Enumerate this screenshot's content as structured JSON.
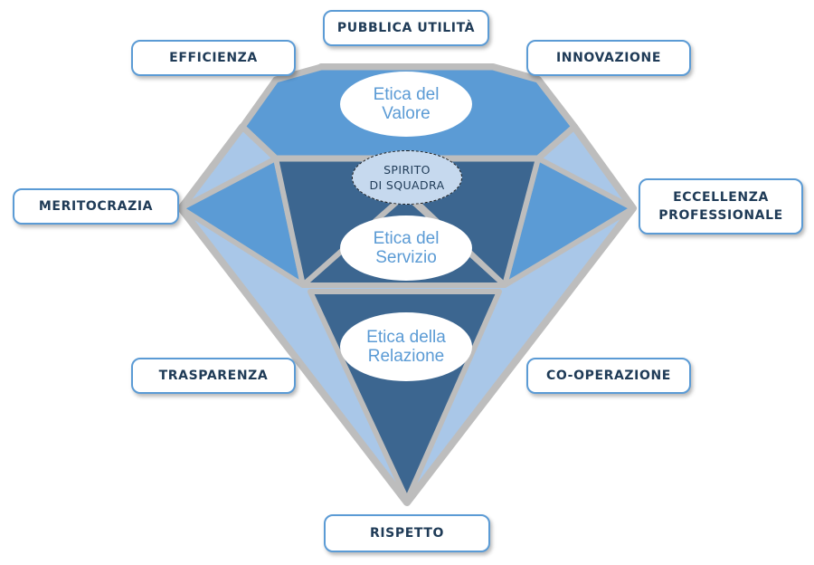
{
  "values": {
    "pubblica_utilita": "PUBBLICA UTILITÀ",
    "efficienza": "EFFICIENZA",
    "innovazione": "INNOVAZIONE",
    "meritocrazia": "MERITOCRAZIA",
    "eccellenza_professionale": "ECCELLENZA\nPROFESSIONALE",
    "trasparenza": "TRASPARENZA",
    "co_operazione": "CO-OPERAZIONE",
    "rispetto": "RISPETTO"
  },
  "ethics": {
    "valore": "Etica del\nValore",
    "servizio": "Etica del\nServizio",
    "relazione": "Etica della\nRelazione"
  },
  "spirito": "SPIRITO\nDI SQUADRA",
  "colors": {
    "crown": "#5b9bd5",
    "dark": "#3c6690",
    "light": "#a9c7e8",
    "edge": "#bdbdbd",
    "label_border": "#5b9bd5",
    "label_text": "#1f3b57",
    "ethic_text": "#5b9bd5",
    "spirit_fill": "#c6d9ee"
  }
}
